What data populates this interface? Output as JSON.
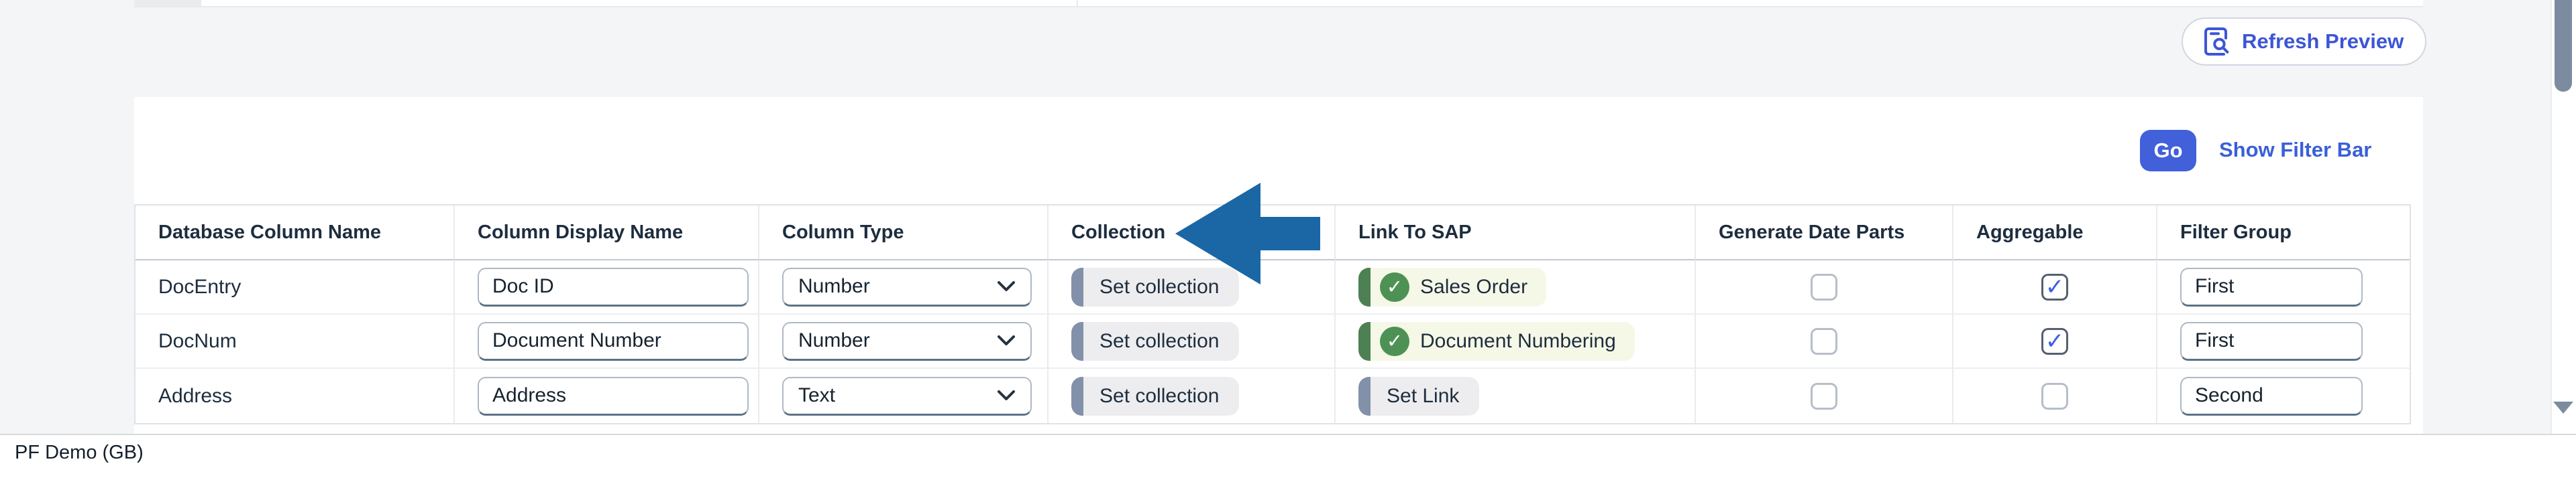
{
  "toolbar": {
    "refresh_preview_label": "Refresh Preview"
  },
  "filter_bar": {
    "go_label": "Go",
    "show_filter_bar_label": "Show Filter Bar"
  },
  "table": {
    "columns": [
      "Database Column Name",
      "Column Display Name",
      "Column Type",
      "Collection",
      "Link To SAP",
      "Generate Date Parts",
      "Aggregable",
      "Filter Group"
    ],
    "rows": [
      {
        "database_column_name": "DocEntry",
        "column_display_name": "Doc ID",
        "column_type": "Number",
        "collection_button": "Set collection",
        "link_to_sap": "Sales Order",
        "link_status": "linked",
        "generate_date_parts": false,
        "aggregable": true,
        "filter_group": "First"
      },
      {
        "database_column_name": "DocNum",
        "column_display_name": "Document Number",
        "column_type": "Number",
        "collection_button": "Set collection",
        "link_to_sap": "Document Numbering",
        "link_status": "linked",
        "generate_date_parts": false,
        "aggregable": true,
        "filter_group": "First"
      },
      {
        "database_column_name": "Address",
        "column_display_name": "Address",
        "column_type": "Text",
        "collection_button": "Set collection",
        "link_to_sap": "Set Link",
        "link_status": "not_linked",
        "generate_date_parts": false,
        "aggregable": false,
        "filter_group": "Second"
      }
    ]
  },
  "annotation": {
    "type": "arrow-left",
    "points_at": "Collection",
    "color": "#1b67a5"
  },
  "footer": {
    "label": "PF Demo (GB)"
  },
  "icons": {
    "refresh_preview": "document-magnifier-icon",
    "select": "chevron-down-icon",
    "linked_badge": "check-circle-icon",
    "checked_checkbox": "check-mark",
    "scrollbar_bottom": "triangle-down-icon"
  },
  "colors": {
    "accent_blue": "#3d55d6",
    "go_button": "#4160da",
    "annotation_arrow": "#1b67a5",
    "linked_badge_bg": "#f6f8e7",
    "linked_badge_green": "#4d9254",
    "pill_bg": "#ededef",
    "pill_bar": "#8291a9",
    "page_bg": "#f4f5f7",
    "checkbox_check": "#3a5fe0"
  },
  "glyphs": {
    "check": "✓"
  }
}
